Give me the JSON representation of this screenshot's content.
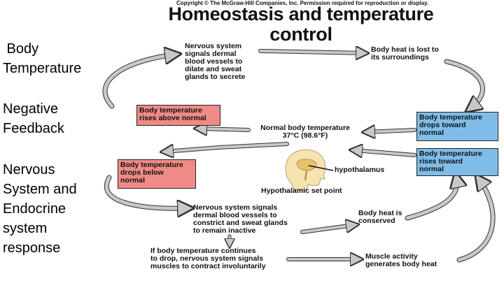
{
  "copyright": "Copyright © The McGraw-Hill Companies, Inc. Permission required for reproduction or display.",
  "title_line1": "Homeostasis and temperature",
  "title_line2": "control",
  "side_labels": {
    "body_temperature": [
      " Body",
      "Temperature"
    ],
    "negative_feedback": [
      "Negative",
      "Feedback"
    ],
    "response": [
      "Nervous",
      "System and",
      "Endocrine",
      "system",
      "response"
    ]
  },
  "diagram": {
    "vasodilation": [
      "Nervous system",
      "signals dermal",
      "blood vessels to",
      "dilate and sweat",
      "glands to secrete"
    ],
    "heat_lost": [
      "Body heat is lost to",
      "its surroundings"
    ],
    "rises_above": [
      "Body temperature",
      "rises above normal"
    ],
    "drops_toward": [
      "Body temperature",
      "drops toward",
      "normal"
    ],
    "normal_temp": [
      "Normal body temperature",
      "37°C (98.6°F)"
    ],
    "drops_below": [
      "Body temperature",
      "drops below",
      "normal"
    ],
    "rises_toward": [
      "Body temperature",
      "rises toward",
      "normal"
    ],
    "hypothalamus": "hypothalamus",
    "set_point": "Hypothalamic set point",
    "vasoconstriction": [
      "Nervous system signals",
      "dermal blood vessels to",
      "constrict and sweat glands",
      "to remain inactive"
    ],
    "heat_conserved": [
      "Body heat is",
      "conserved"
    ],
    "shivering": [
      "If body temperature continues",
      "to drop, nervous system signals",
      "muscles to contract involuntarily"
    ],
    "muscle_heat": [
      "Muscle activity",
      "generates body heat"
    ]
  },
  "colors": {
    "red_box": "#f08a86",
    "blue_box": "#7fbde8",
    "arrow_fill": "#c8c8c8",
    "arrow_stroke": "#333333"
  },
  "icons": {
    "head": "human-head-silhouette-icon"
  }
}
